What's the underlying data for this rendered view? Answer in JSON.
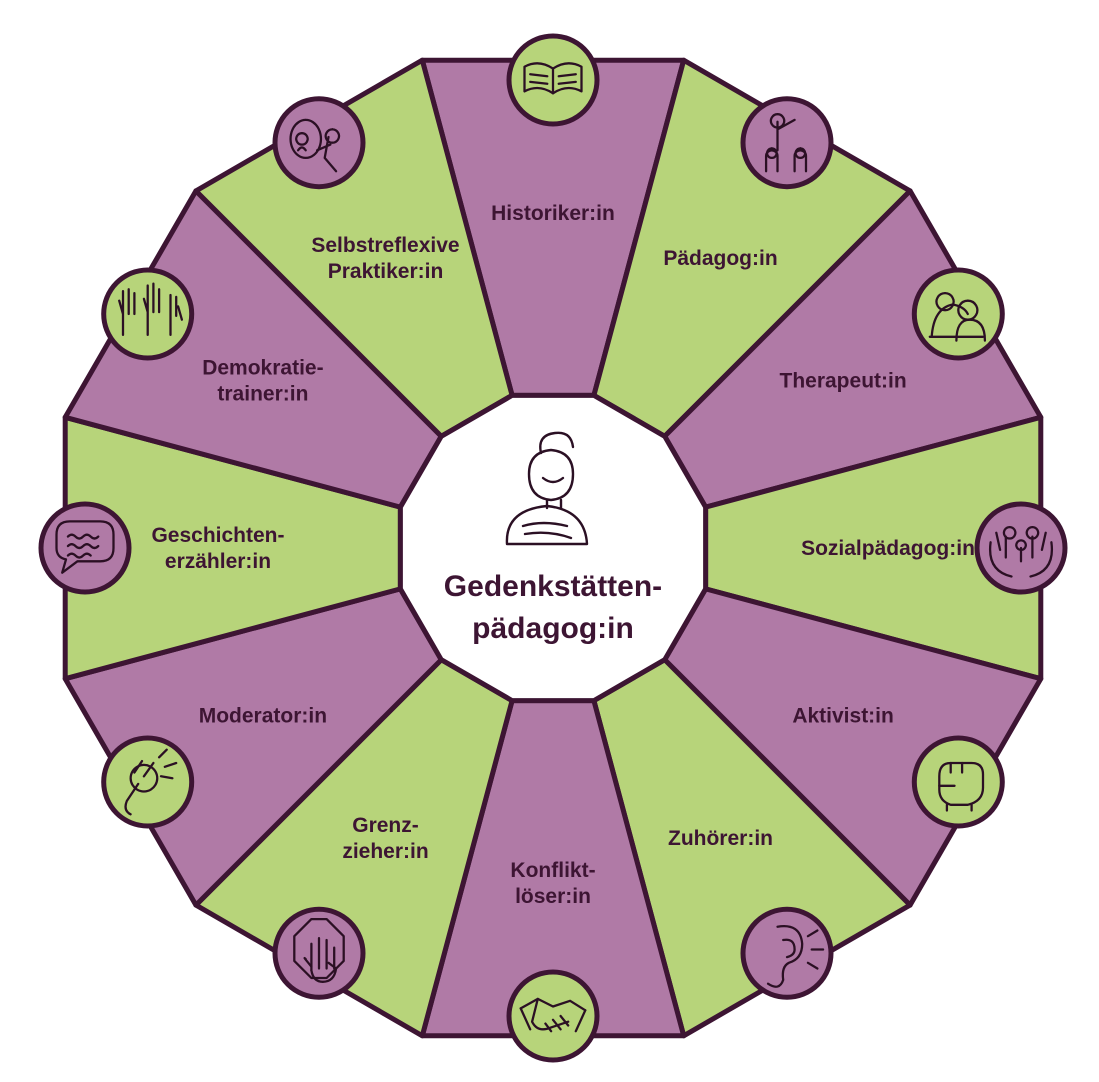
{
  "colors": {
    "purple": "#b07aa6",
    "green": "#b7d47a",
    "outline": "#3d1533",
    "center_fill": "#ffffff"
  },
  "center": {
    "line1": "Gedenkstätten-",
    "line2": "pädagog:in",
    "icon": "person-arms-crossed-icon"
  },
  "segments": [
    {
      "key": "historiker",
      "lines": [
        "Historiker:in"
      ],
      "color": "purple",
      "icon": "book-icon"
    },
    {
      "key": "paedagog",
      "lines": [
        "Pädagog:in"
      ],
      "color": "green",
      "icon": "teacher-children-icon"
    },
    {
      "key": "therapeut",
      "lines": [
        "Therapeut:in"
      ],
      "color": "purple",
      "icon": "consoling-people-icon"
    },
    {
      "key": "sozialpaedagog",
      "lines": [
        "Sozialpädagog:in"
      ],
      "color": "green",
      "icon": "family-in-hands-icon"
    },
    {
      "key": "aktivist",
      "lines": [
        "Aktivist:in"
      ],
      "color": "purple",
      "icon": "raised-fist-icon"
    },
    {
      "key": "zuhoerer",
      "lines": [
        "Zuhörer:in"
      ],
      "color": "green",
      "icon": "ear-icon"
    },
    {
      "key": "konfliktloeser",
      "lines": [
        "Konflikt-",
        "löser:in"
      ],
      "color": "purple",
      "icon": "handshake-icon"
    },
    {
      "key": "grenzzieher",
      "lines": [
        "Grenz-",
        "zieher:in"
      ],
      "color": "green",
      "icon": "stop-hand-icon"
    },
    {
      "key": "moderator",
      "lines": [
        "Moderator:in"
      ],
      "color": "purple",
      "icon": "microphone-icon"
    },
    {
      "key": "geschichtenerzaehler",
      "lines": [
        "Geschichten-",
        "erzähler:in"
      ],
      "color": "green",
      "icon": "speech-bubble-icon"
    },
    {
      "key": "demokratietrainer",
      "lines": [
        "Demokratie-",
        "trainer:in"
      ],
      "color": "purple",
      "icon": "raised-hands-icon"
    },
    {
      "key": "selbstreflexive",
      "lines": [
        "Selbstreflexive",
        "Praktiker:in"
      ],
      "color": "green",
      "icon": "mirror-reflection-icon"
    }
  ]
}
